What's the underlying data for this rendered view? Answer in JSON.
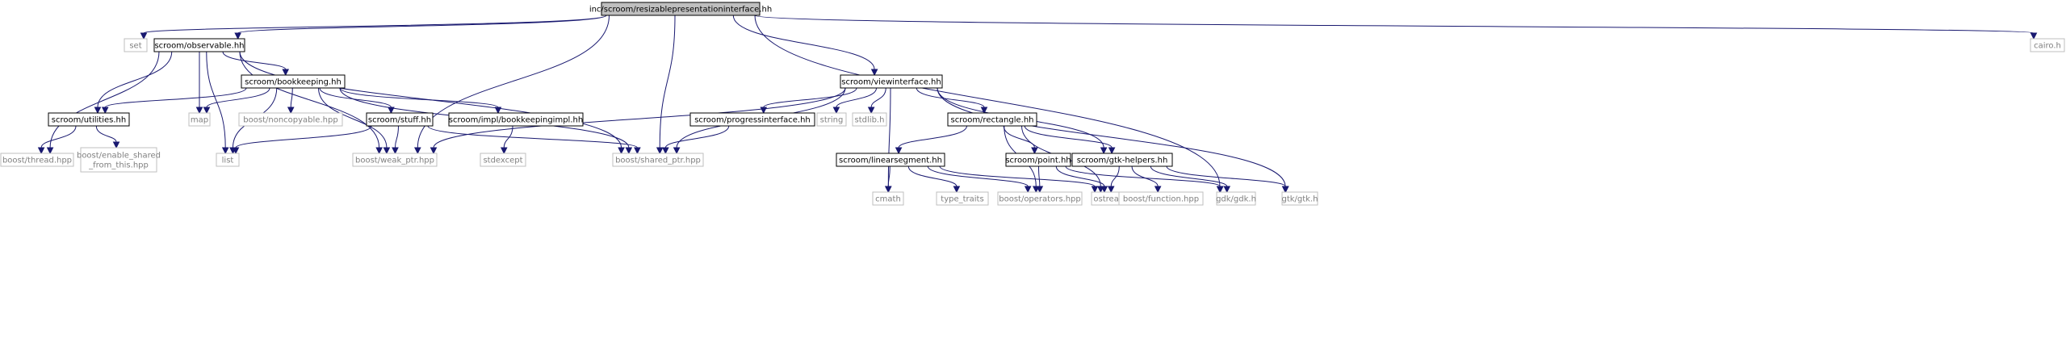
{
  "colors": {
    "edge": "#191970",
    "root_fill": "#bfbfbf",
    "root_stroke": "#000000",
    "local_stroke": "#000000",
    "system_stroke": "#bfbfbf",
    "system_text": "#808080",
    "text": "#000000",
    "background": "#ffffff"
  },
  "nodes": [
    {
      "id": "root",
      "label": "inc/scroom/resizablepresentationinterface.hh",
      "kind": "root"
    },
    {
      "id": "set",
      "label": "set",
      "kind": "system"
    },
    {
      "id": "observable",
      "label": "scroom/observable.hh",
      "kind": "local"
    },
    {
      "id": "cairo",
      "label": "cairo.h",
      "kind": "system"
    },
    {
      "id": "bookkeeping",
      "label": "scroom/bookkeeping.hh",
      "kind": "local"
    },
    {
      "id": "viewinterface",
      "label": "scroom/viewinterface.hh",
      "kind": "local"
    },
    {
      "id": "utilities",
      "label": "scroom/utilities.hh",
      "kind": "local"
    },
    {
      "id": "map",
      "label": "map",
      "kind": "system"
    },
    {
      "id": "noncopyable",
      "label": "boost/noncopyable.hpp",
      "kind": "system"
    },
    {
      "id": "stuff",
      "label": "scroom/stuff.hh",
      "kind": "local"
    },
    {
      "id": "bookkeepingimpl",
      "label": "scroom/impl/bookkeepingimpl.hh",
      "kind": "local"
    },
    {
      "id": "progressinterface",
      "label": "scroom/progressinterface.hh",
      "kind": "local"
    },
    {
      "id": "string",
      "label": "string",
      "kind": "system"
    },
    {
      "id": "stdlib",
      "label": "stdlib.h",
      "kind": "system"
    },
    {
      "id": "rectangle",
      "label": "scroom/rectangle.hh",
      "kind": "local"
    },
    {
      "id": "thread",
      "label": "boost/thread.hpp",
      "kind": "system"
    },
    {
      "id": "enable_shared",
      "label": "boost/enable_shared\n_from_this.hpp",
      "kind": "system"
    },
    {
      "id": "list",
      "label": "list",
      "kind": "system"
    },
    {
      "id": "weak_ptr",
      "label": "boost/weak_ptr.hpp",
      "kind": "system"
    },
    {
      "id": "stdexcept",
      "label": "stdexcept",
      "kind": "system"
    },
    {
      "id": "shared_ptr",
      "label": "boost/shared_ptr.hpp",
      "kind": "system"
    },
    {
      "id": "linearsegment",
      "label": "scroom/linearsegment.hh",
      "kind": "local"
    },
    {
      "id": "point",
      "label": "scroom/point.hh",
      "kind": "local"
    },
    {
      "id": "gtk_helpers",
      "label": "scroom/gtk-helpers.hh",
      "kind": "local"
    },
    {
      "id": "cmath",
      "label": "cmath",
      "kind": "system"
    },
    {
      "id": "type_traits",
      "label": "type_traits",
      "kind": "system"
    },
    {
      "id": "operators",
      "label": "boost/operators.hpp",
      "kind": "system"
    },
    {
      "id": "ostream",
      "label": "ostream",
      "kind": "system"
    },
    {
      "id": "function",
      "label": "boost/function.hpp",
      "kind": "system"
    },
    {
      "id": "gdk",
      "label": "gdk/gdk.h",
      "kind": "system"
    },
    {
      "id": "gtk",
      "label": "gtk/gtk.h",
      "kind": "system"
    }
  ],
  "edges": [
    [
      "root",
      "set"
    ],
    [
      "root",
      "observable"
    ],
    [
      "root",
      "cairo"
    ],
    [
      "root",
      "viewinterface"
    ],
    [
      "root",
      "weak_ptr"
    ],
    [
      "root",
      "shared_ptr"
    ],
    [
      "root",
      "gdk"
    ],
    [
      "observable",
      "utilities"
    ],
    [
      "observable",
      "thread"
    ],
    [
      "observable",
      "list"
    ],
    [
      "observable",
      "map"
    ],
    [
      "observable",
      "bookkeeping"
    ],
    [
      "observable",
      "weak_ptr"
    ],
    [
      "observable",
      "shared_ptr"
    ],
    [
      "bookkeeping",
      "utilities"
    ],
    [
      "bookkeeping",
      "map"
    ],
    [
      "bookkeeping",
      "noncopyable"
    ],
    [
      "bookkeeping",
      "list"
    ],
    [
      "bookkeeping",
      "stuff"
    ],
    [
      "bookkeeping",
      "bookkeepingimpl"
    ],
    [
      "bookkeeping",
      "weak_ptr"
    ],
    [
      "bookkeeping",
      "shared_ptr"
    ],
    [
      "utilities",
      "thread"
    ],
    [
      "utilities",
      "enable_shared"
    ],
    [
      "stuff",
      "list"
    ],
    [
      "stuff",
      "weak_ptr"
    ],
    [
      "stuff",
      "shared_ptr"
    ],
    [
      "bookkeepingimpl",
      "stdexcept"
    ],
    [
      "viewinterface",
      "progressinterface"
    ],
    [
      "viewinterface",
      "string"
    ],
    [
      "viewinterface",
      "stdlib"
    ],
    [
      "viewinterface",
      "rectangle"
    ],
    [
      "viewinterface",
      "weak_ptr"
    ],
    [
      "viewinterface",
      "shared_ptr"
    ],
    [
      "viewinterface",
      "cmath"
    ],
    [
      "viewinterface",
      "gtk_helpers"
    ],
    [
      "viewinterface",
      "gtk"
    ],
    [
      "progressinterface",
      "shared_ptr"
    ],
    [
      "rectangle",
      "linearsegment"
    ],
    [
      "rectangle",
      "point"
    ],
    [
      "rectangle",
      "gtk_helpers"
    ],
    [
      "rectangle",
      "operators"
    ],
    [
      "rectangle",
      "ostream"
    ],
    [
      "linearsegment",
      "cmath"
    ],
    [
      "linearsegment",
      "type_traits"
    ],
    [
      "linearsegment",
      "operators"
    ],
    [
      "linearsegment",
      "ostream"
    ],
    [
      "point",
      "operators"
    ],
    [
      "point",
      "ostream"
    ],
    [
      "point",
      "gdk"
    ],
    [
      "gtk_helpers",
      "function"
    ],
    [
      "gtk_helpers",
      "ostream"
    ],
    [
      "gtk_helpers",
      "gdk"
    ],
    [
      "gtk_helpers",
      "gtk"
    ]
  ]
}
